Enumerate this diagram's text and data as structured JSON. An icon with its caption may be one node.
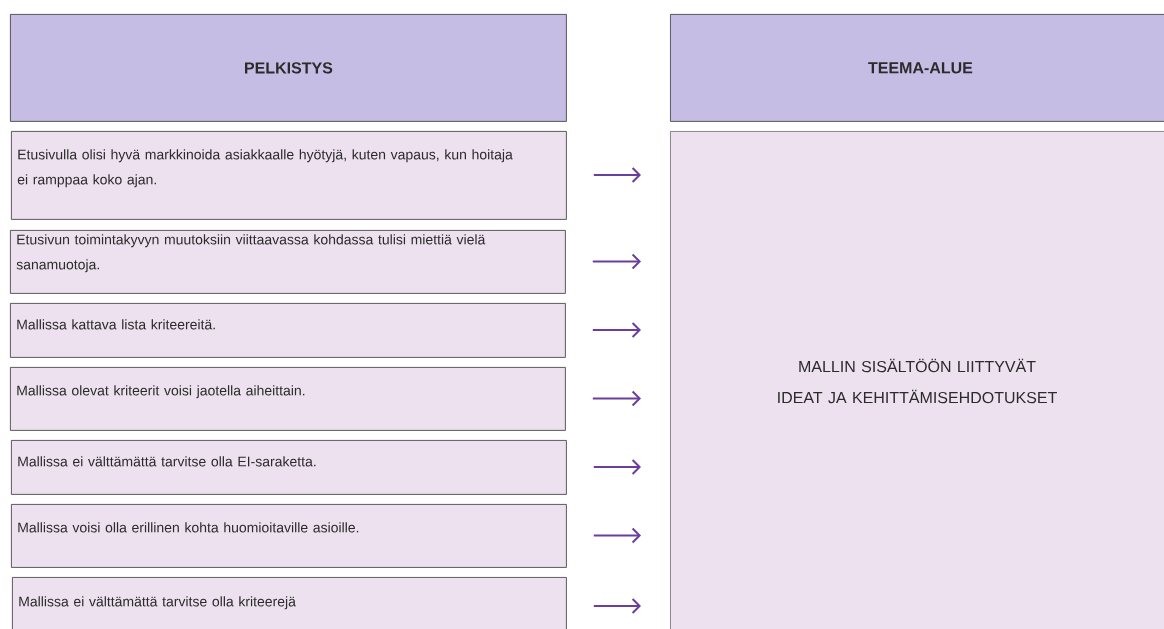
{
  "diagram": {
    "nodes": [
      {
        "text": [
          "PELKISTYS"
        ]
      },
      {
        "text": [
          "TEEMA-ALUE"
        ]
      },
      {
        "text": [
          "Etusivulla olisi hyvä markkinoida asiakkaalle hyötyjä, kuten vapaus, kun hoitaja ei ramppaa koko ajan."
        ]
      },
      {
        "text": [
          "Etusivun toimintakyvyn muutoksiin viittaavassa kohdassa tulisi miettiä vielä sanamuotoja."
        ]
      },
      {
        "text": [
          "Mallissa kattava lista kriteereitä."
        ]
      },
      {
        "text": [
          "Mallissa olevat kriteerit voisi jaotella aiheittain."
        ]
      },
      {
        "text": [
          "Mallissa ei välttämättä tarvitse olla EI-saraketta."
        ]
      },
      {
        "text": [
          "Mallissa voisi olla erillinen kohta huomioitaville asioille."
        ]
      },
      {
        "text": [
          "Mallissa ei välttämättä tarvitse olla kriteerejä"
        ]
      },
      {
        "text": [
          "MALLIN SISÄLTÖÖN LIITTYVÄT IDEAT JA KEHITTÄMISEHDOTUKSET"
        ]
      }
    ],
    "edges": [
      {
        "from": 2,
        "to": 9,
        "arrow": "to"
      },
      {
        "from": 3,
        "to": 9,
        "arrow": "to"
      },
      {
        "from": 4,
        "to": 9,
        "arrow": "to"
      },
      {
        "from": 5,
        "to": 9,
        "arrow": "to"
      },
      {
        "from": 6,
        "to": 9,
        "arrow": "to"
      },
      {
        "from": 7,
        "to": 9,
        "arrow": "to"
      },
      {
        "from": 8,
        "to": 9,
        "arrow": "to"
      }
    ]
  }
}
